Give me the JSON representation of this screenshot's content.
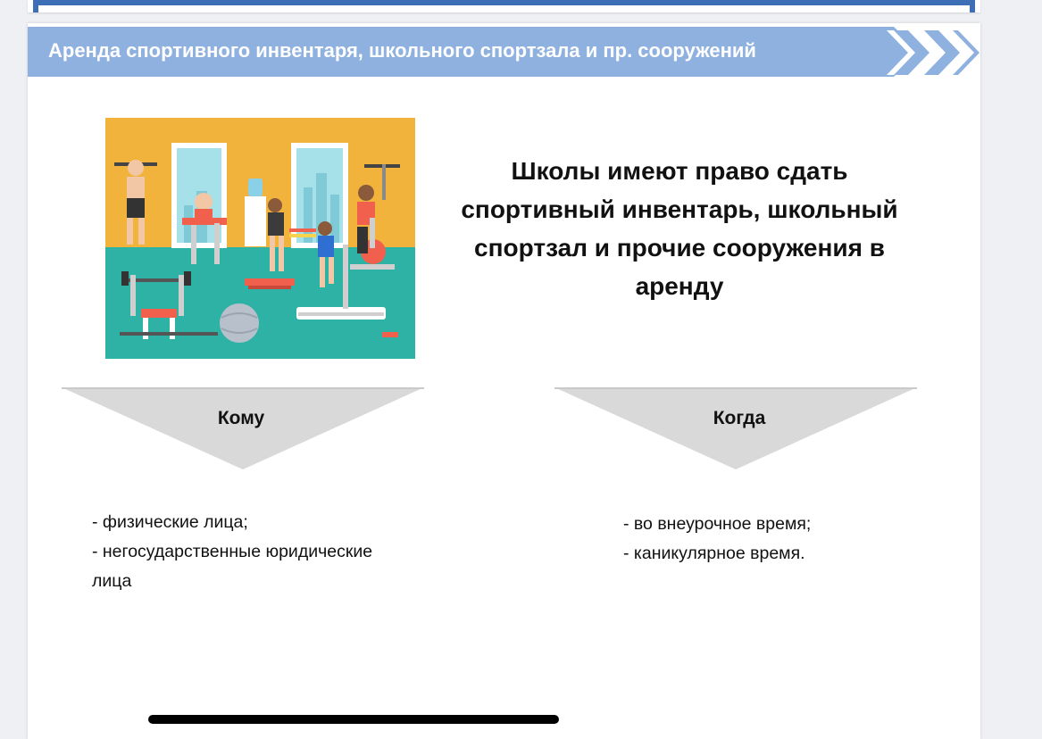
{
  "slide": {
    "title": "Аренда спортивного инвентаря, школьного спортзала и пр. сооружений",
    "lead_lines": [
      "Школы имеют право сдать",
      "спортивный инвентарь, школьный",
      "спортзал и прочие сооружения в",
      "аренду"
    ],
    "left_block": {
      "heading": "Кому",
      "lines": [
        "- физические лица;",
        "- негосударственные юридические",
        "лица"
      ]
    },
    "right_block": {
      "heading": "Когда",
      "lines": [
        "- во внеурочное время;",
        "- каникулярное время."
      ]
    }
  },
  "colors": {
    "header_band": "#8fb1df",
    "accent_blue": "#3e6fb6",
    "triangle_fill": "#d9d9d9",
    "gym_wall": "#f2b33d",
    "gym_floor": "#2fb2a6"
  },
  "icons": [
    "chevron-right-icon",
    "gym-illustration"
  ]
}
